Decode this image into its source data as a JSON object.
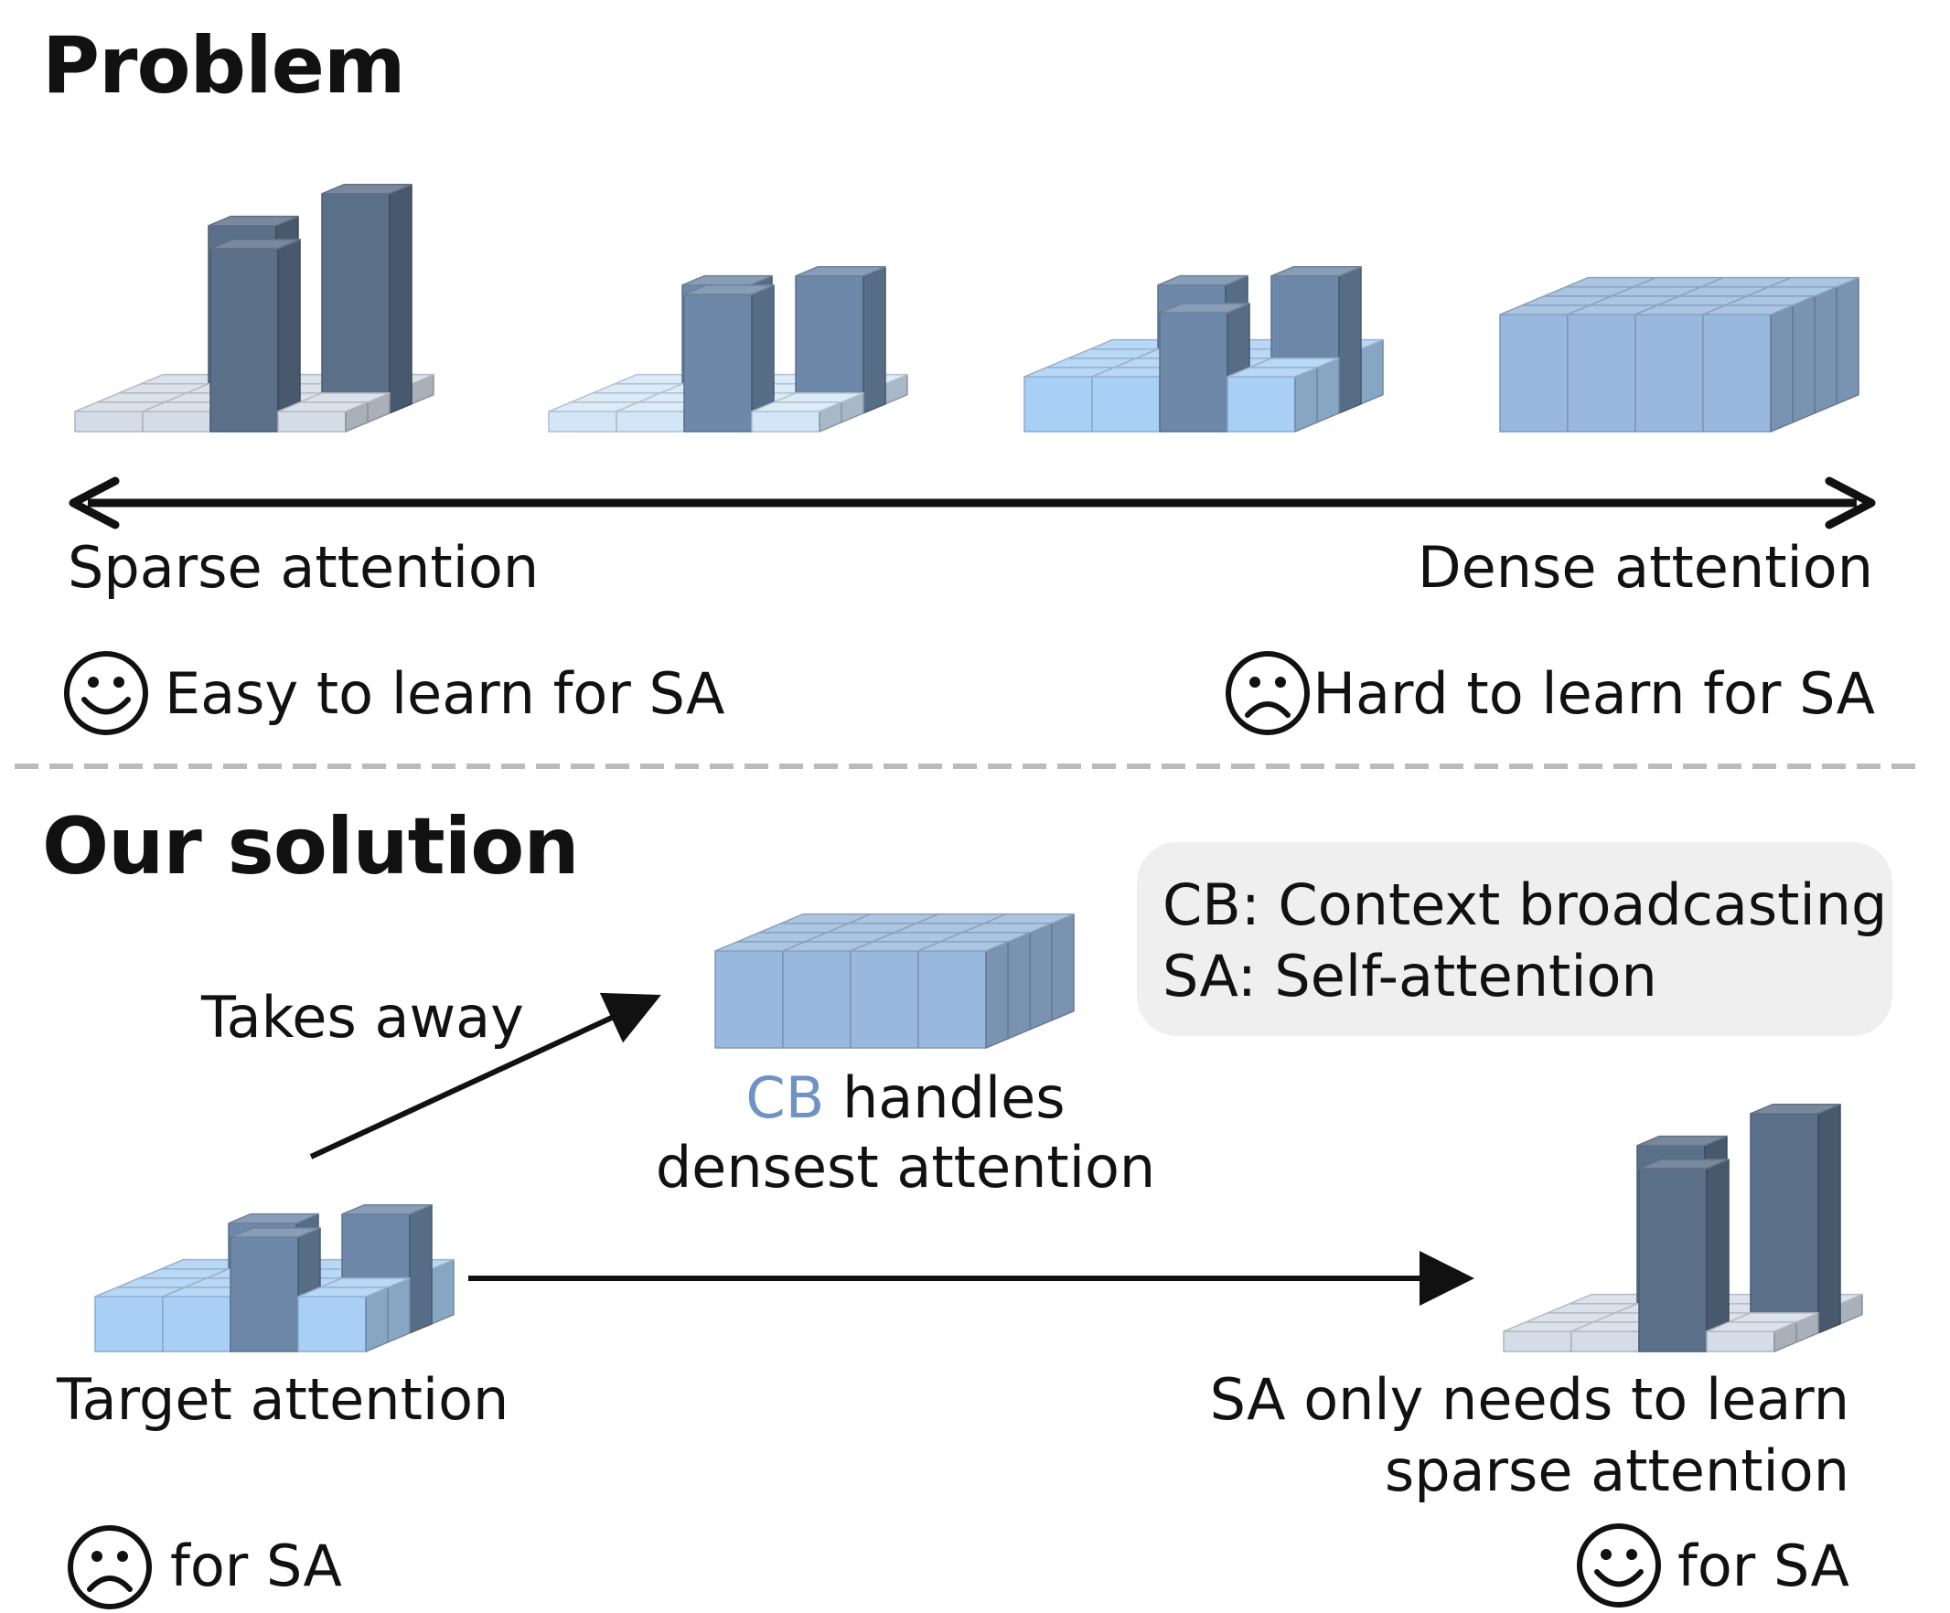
{
  "problem": {
    "heading": "Problem",
    "sparse_label": "Sparse attention",
    "dense_label": "Dense attention",
    "easy_text": "Easy to learn for SA",
    "hard_text": "Hard to learn for SA"
  },
  "solution": {
    "heading": "Our solution",
    "takes_away": "Takes away",
    "cb_prefix": "CB",
    "cb_handles": " handles",
    "densest": "densest attention",
    "target_label": "Target attention",
    "sa_line1": "SA only needs to learn",
    "sa_line2": "sparse attention",
    "for_sa_left": "for SA",
    "for_sa_right": "for SA"
  },
  "legend": {
    "line1": "CB: Context broadcasting",
    "line2": "SA: Self-attention"
  },
  "colors": {
    "tall_bar": "#5a6f88",
    "medium_bar": "#6d88a8",
    "light_tile": "#d4dce8",
    "sky_tile": "#a8cff5",
    "dense_block": "#98b8de",
    "cb_accent": "#6e93c4"
  },
  "icons": [
    "happy-face-icon",
    "sad-face-icon"
  ]
}
